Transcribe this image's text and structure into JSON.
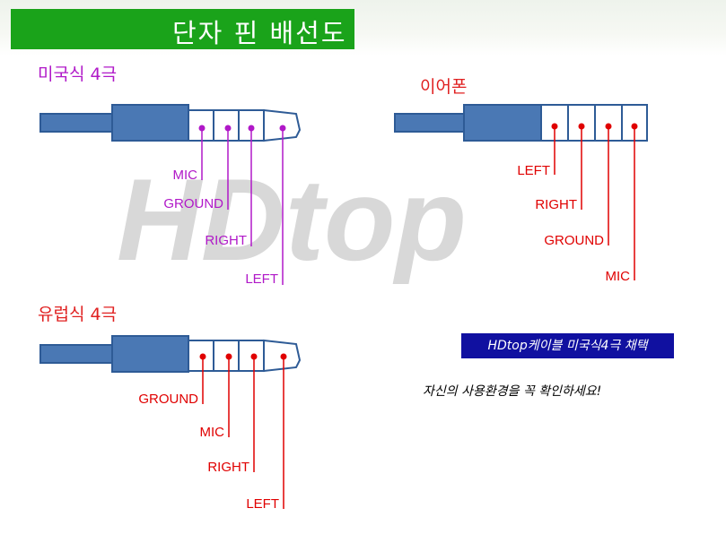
{
  "header": {
    "title": "단자 핀 배선도"
  },
  "watermark": {
    "text": "HDtop"
  },
  "sections": {
    "us": {
      "title": "미국식 4극",
      "labels": [
        "MIC",
        "GROUND",
        "RIGHT",
        "LEFT"
      ]
    },
    "earphone": {
      "title": "이어폰",
      "labels": [
        "LEFT",
        "RIGHT",
        "GROUND",
        "MIC"
      ]
    },
    "eu": {
      "title": "유럽식 4극",
      "labels": [
        "GROUND",
        "MIC",
        "RIGHT",
        "LEFT"
      ]
    }
  },
  "banner": {
    "text": "HDtop케이블 미국식4극 채택"
  },
  "note": {
    "text": "자신의 사용환경을 꼭 확인하세요!"
  },
  "colors": {
    "header_bg": "#1aa31a",
    "plug": "#4a78b4",
    "plug_outline": "#2e5b96",
    "purple": "#b018c8",
    "red": "#e00000",
    "banner_bg": "#1010a0"
  }
}
